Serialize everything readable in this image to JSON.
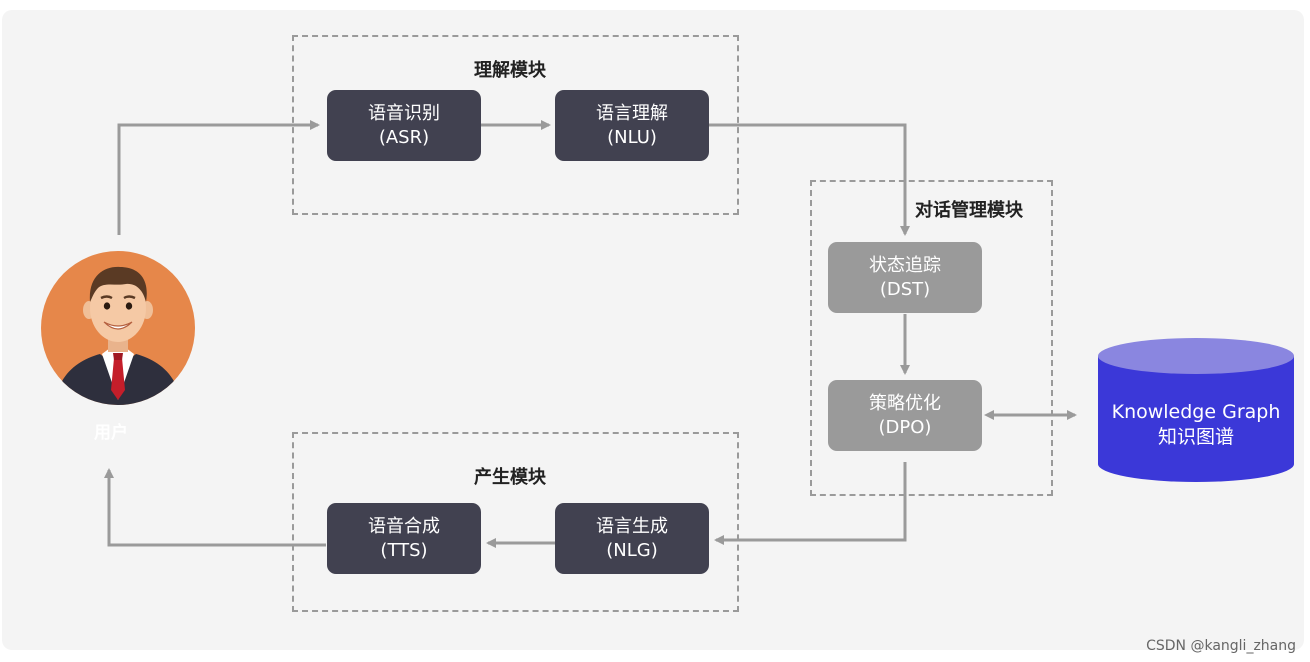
{
  "groups": {
    "understand": {
      "title": "理解模块"
    },
    "dialog": {
      "title": "对话管理模块"
    },
    "generate": {
      "title": "产生模块"
    }
  },
  "nodes": {
    "asr": {
      "name": "语音识别",
      "abbr": "(ASR)"
    },
    "nlu": {
      "name": "语言理解",
      "abbr": "(NLU)"
    },
    "dst": {
      "name": "状态追踪",
      "abbr": "(DST)"
    },
    "dpo": {
      "name": "策略优化",
      "abbr": "(DPO)"
    },
    "nlg": {
      "name": "语言生成",
      "abbr": "(NLG)"
    },
    "tts": {
      "name": "语音合成",
      "abbr": "(TTS)"
    }
  },
  "knowledge_graph": {
    "title": "Knowledge Graph",
    "subtitle": "知识图谱"
  },
  "user": {
    "label": "用户",
    "icon": "user-avatar-icon"
  },
  "watermark": "CSDN @kangli_zhang",
  "colors": {
    "dark_node": "#414150",
    "gray_node": "#9a9a9a",
    "arrow": "#9a9a9a",
    "cylinder_body": "#3b38d8",
    "cylinder_top": "#8a86e0",
    "avatar_bg": "#e6874a"
  }
}
